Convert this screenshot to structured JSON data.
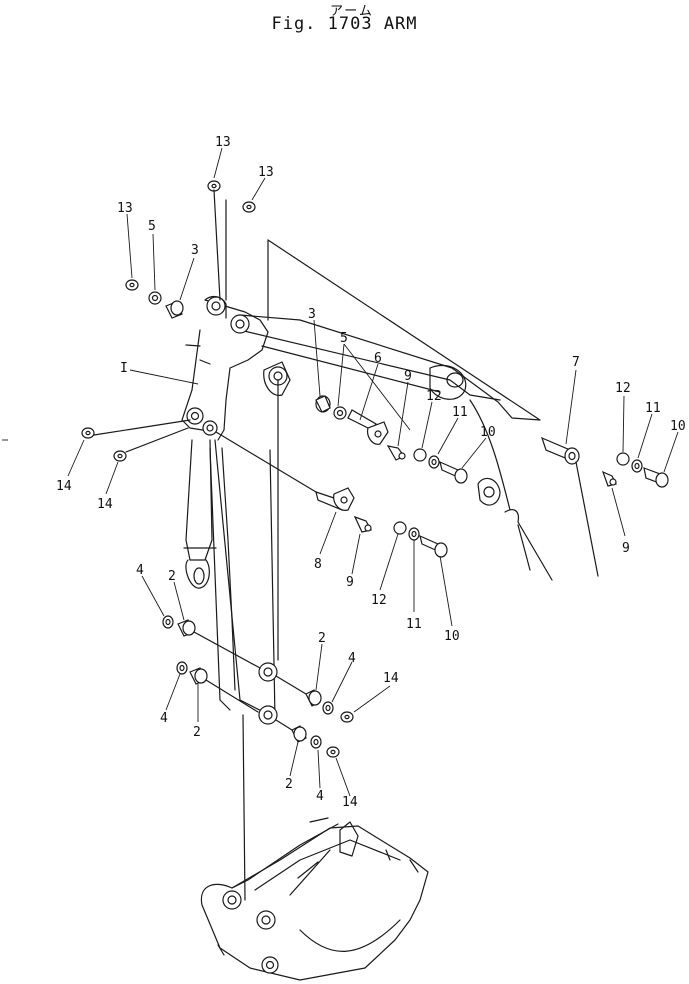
{
  "figure": {
    "title_jp": "アーム",
    "title_en": "Fig. 1703  ARM"
  },
  "callouts": [
    {
      "id": "c13a",
      "text": "13"
    },
    {
      "id": "c13b",
      "text": "13"
    },
    {
      "id": "c13c",
      "text": "13"
    },
    {
      "id": "c5a",
      "text": "5"
    },
    {
      "id": "c3a",
      "text": "3"
    },
    {
      "id": "c1",
      "text": "I"
    },
    {
      "id": "c3b",
      "text": "3"
    },
    {
      "id": "c5b",
      "text": "5"
    },
    {
      "id": "c6",
      "text": "6"
    },
    {
      "id": "c9a",
      "text": "9"
    },
    {
      "id": "c12a",
      "text": "12"
    },
    {
      "id": "c11a",
      "text": "11"
    },
    {
      "id": "c10a",
      "text": "10"
    },
    {
      "id": "c7",
      "text": "7"
    },
    {
      "id": "c12b",
      "text": "12"
    },
    {
      "id": "c11b",
      "text": "11"
    },
    {
      "id": "c10b",
      "text": "10"
    },
    {
      "id": "c9b",
      "text": "9"
    },
    {
      "id": "c14a",
      "text": "14"
    },
    {
      "id": "c14b",
      "text": "14"
    },
    {
      "id": "c8",
      "text": "8"
    },
    {
      "id": "c9c",
      "text": "9"
    },
    {
      "id": "c12c",
      "text": "12"
    },
    {
      "id": "c11c",
      "text": "11"
    },
    {
      "id": "c10c",
      "text": "10"
    },
    {
      "id": "c4a",
      "text": "4"
    },
    {
      "id": "c2a",
      "text": "2"
    },
    {
      "id": "c4b",
      "text": "4"
    },
    {
      "id": "c2b",
      "text": "2"
    },
    {
      "id": "c2c",
      "text": "2"
    },
    {
      "id": "c4c",
      "text": "4"
    },
    {
      "id": "c14c",
      "text": "14"
    },
    {
      "id": "c2d",
      "text": "2"
    },
    {
      "id": "c4d",
      "text": "4"
    },
    {
      "id": "c14d",
      "text": "14"
    }
  ]
}
